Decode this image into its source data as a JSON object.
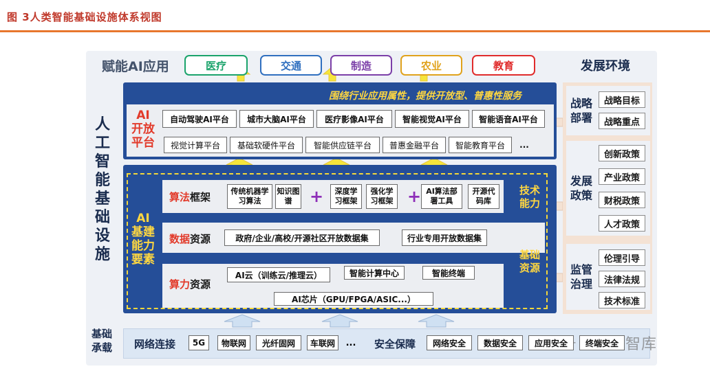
{
  "figure_title": "图 3人类智能基础设施体系视图",
  "top": {
    "empower_label": "赋能AI应用",
    "apps": [
      {
        "label": "医疗",
        "color": "#1aa36b"
      },
      {
        "label": "交通",
        "color": "#2f6fbf"
      },
      {
        "label": "制造",
        "color": "#7b3fa8"
      },
      {
        "label": "农业",
        "color": "#e0a21c"
      },
      {
        "label": "教育",
        "color": "#e02b2b"
      }
    ],
    "env_label": "发展环境"
  },
  "left_title": [
    "人",
    "工",
    "智",
    "能",
    "基",
    "础",
    "设",
    "施"
  ],
  "open_platform": {
    "slogan": "围绕行业应用属性，提供开放型、普惠性服务",
    "label": [
      "AI",
      "开放",
      "平台"
    ],
    "row1": [
      "自动驾驶AI平台",
      "城市大脑AI平台",
      "医疗影像AI平台",
      "智能视觉AI平台",
      "智能语音AI平台"
    ],
    "row2": [
      "视觉计算平台",
      "基础软硬件平台",
      "智能供应链平台",
      "普惠金融平台",
      "智能教育平台",
      "..."
    ]
  },
  "capability": {
    "label": [
      "AI",
      "基建",
      "能力",
      "要素"
    ],
    "algorithm": {
      "title_red": "算法",
      "title_black": "框架",
      "items": [
        "传统机器学习算法",
        "知识图谱",
        "深度学习框架",
        "强化学习框架",
        "AI算法部署工具",
        "开源代码库"
      ],
      "plus": "+"
    },
    "tech_label": [
      "技术",
      "能力"
    ],
    "data": {
      "title_red": "数据",
      "title_black": "资源",
      "items": [
        "政府/企业/高校/开源社区开放数据集",
        "行业专用开放数据集"
      ]
    },
    "base_label": [
      "基础",
      "资源"
    ],
    "compute": {
      "title_red": "算力",
      "title_black": "资源",
      "items": [
        "AI云（训练云/推理云）",
        "智能计算中心",
        "智能终端"
      ],
      "chip": "AI芯片（GPU/FPGA/ASIC...）"
    }
  },
  "environment": {
    "groups": [
      {
        "title": [
          "战略",
          "部署"
        ],
        "items": [
          "战略目标",
          "战略重点"
        ]
      },
      {
        "title": [
          "发展",
          "政策"
        ],
        "items": [
          "创新政策",
          "产业政策",
          "财税政策",
          "人才政策"
        ]
      },
      {
        "title": [
          "监管",
          "治理"
        ],
        "items": [
          "伦理引导",
          "法律法规",
          "技术标准"
        ]
      }
    ]
  },
  "foundation": {
    "label": [
      "基础",
      "承载"
    ],
    "network_title": "网络连接",
    "network_items": [
      "5G",
      "物联网",
      "光纤固网",
      "车联网",
      "..."
    ],
    "security_title": "安全保障",
    "security_items": [
      "网络安全",
      "数据安全",
      "应用安全",
      "终端安全"
    ]
  },
  "watermark": "公众号 · 幻影智库",
  "colors": {
    "accent_blue": "#254e98",
    "slogan_yellow": "#ffd740",
    "red": "#e23a2a",
    "arrow_yellow": "#f6e53b",
    "title_red": "#c0392b"
  }
}
